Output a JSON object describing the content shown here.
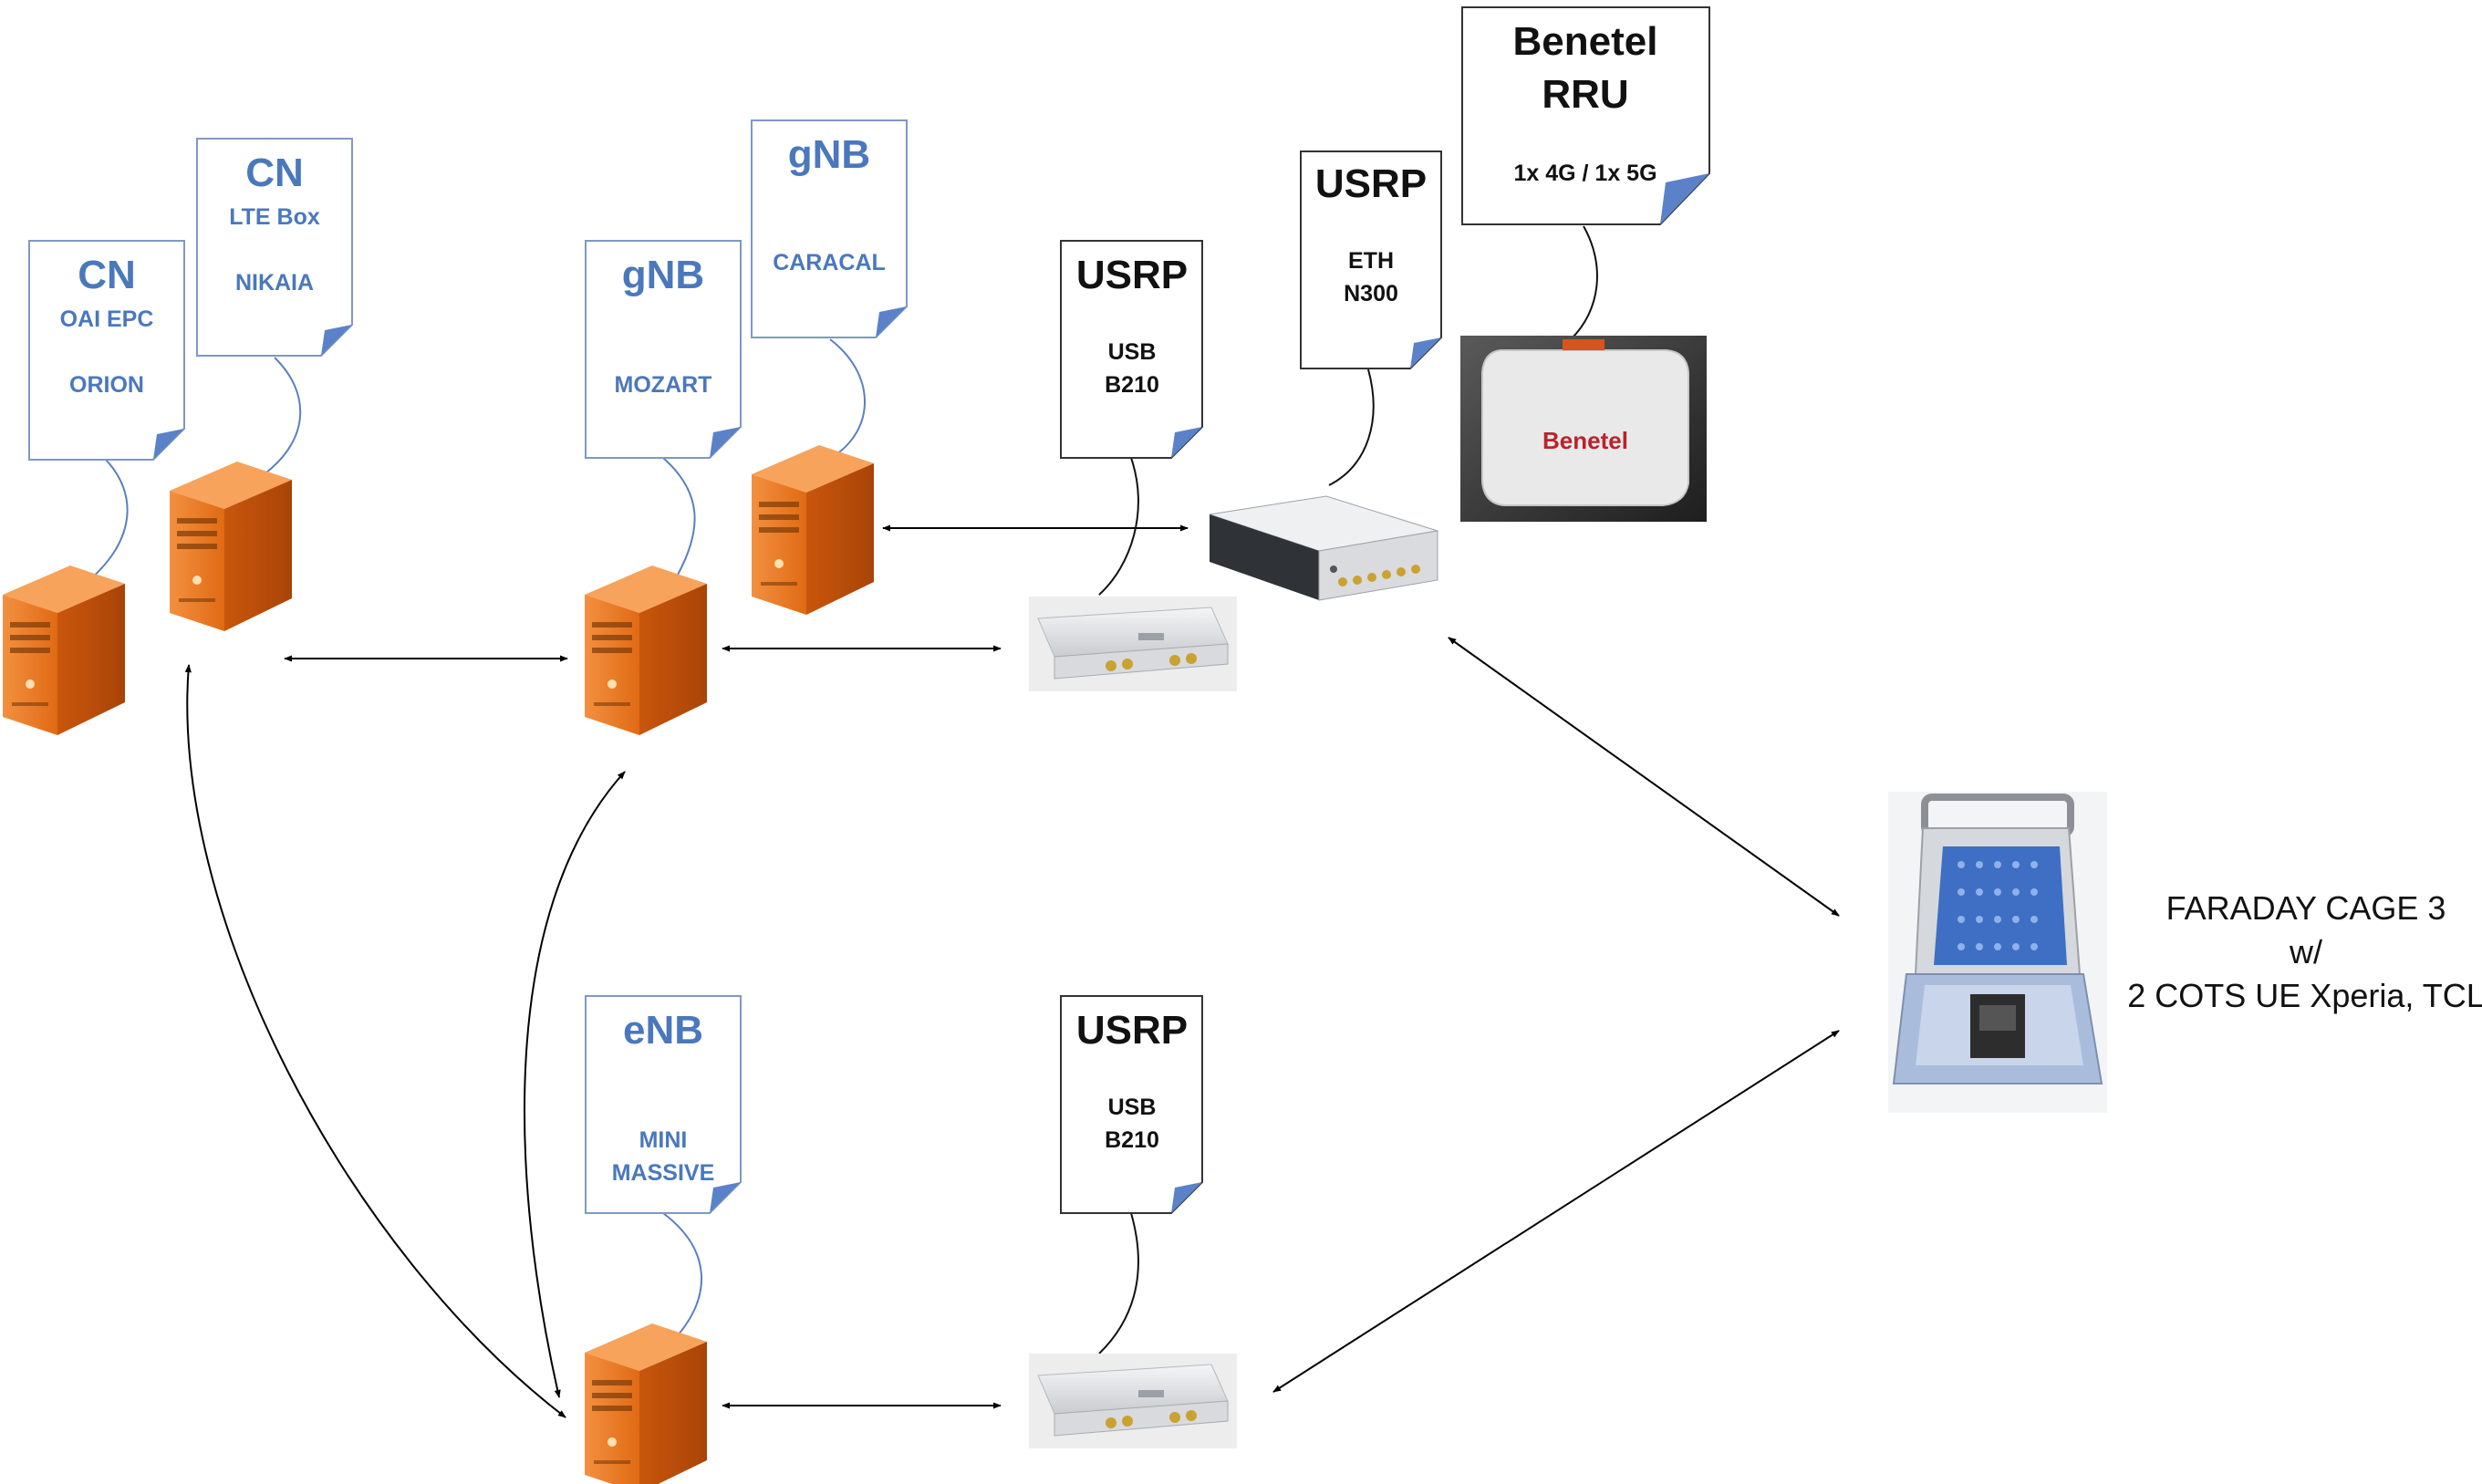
{
  "nodes": {
    "cn_orion": {
      "title": "CN",
      "line1": "OAI EPC",
      "line2": "ORION"
    },
    "cn_nikaia": {
      "title": "CN",
      "line1": "LTE Box",
      "line2": "NIKAIA"
    },
    "gnb_mozart": {
      "title": "gNB",
      "line1": "MOZART"
    },
    "gnb_caracal": {
      "title": "gNB",
      "line1": "CARACAL"
    },
    "enb_mini": {
      "title": "eNB",
      "line1": "MINI",
      "line2": "MASSIVE"
    },
    "usrp_b210_top": {
      "title": "USRP",
      "line1": "USB",
      "line2": "B210"
    },
    "usrp_n300": {
      "title": "USRP",
      "line1": "ETH",
      "line2": "N300"
    },
    "usrp_b210_bottom": {
      "title": "USRP",
      "line1": "USB",
      "line2": "B210"
    },
    "benetel_rru": {
      "title1": "Benetel",
      "title2": "RRU",
      "line1": "1x 4G / 1x 5G",
      "logo": "Benetel"
    }
  },
  "faraday": {
    "line1": "FARADAY CAGE 3",
    "line2": "w/",
    "line3": "2  COTS UE Xperia, TCL"
  },
  "colors": {
    "blue_text": "#4a78bd",
    "server_orange": "#e8731e",
    "note_fold": "#5b82c9"
  },
  "icons": [
    "server-icon",
    "usrp-b210-device",
    "usrp-n300-device",
    "benetel-rru-device",
    "faraday-cage-device"
  ]
}
